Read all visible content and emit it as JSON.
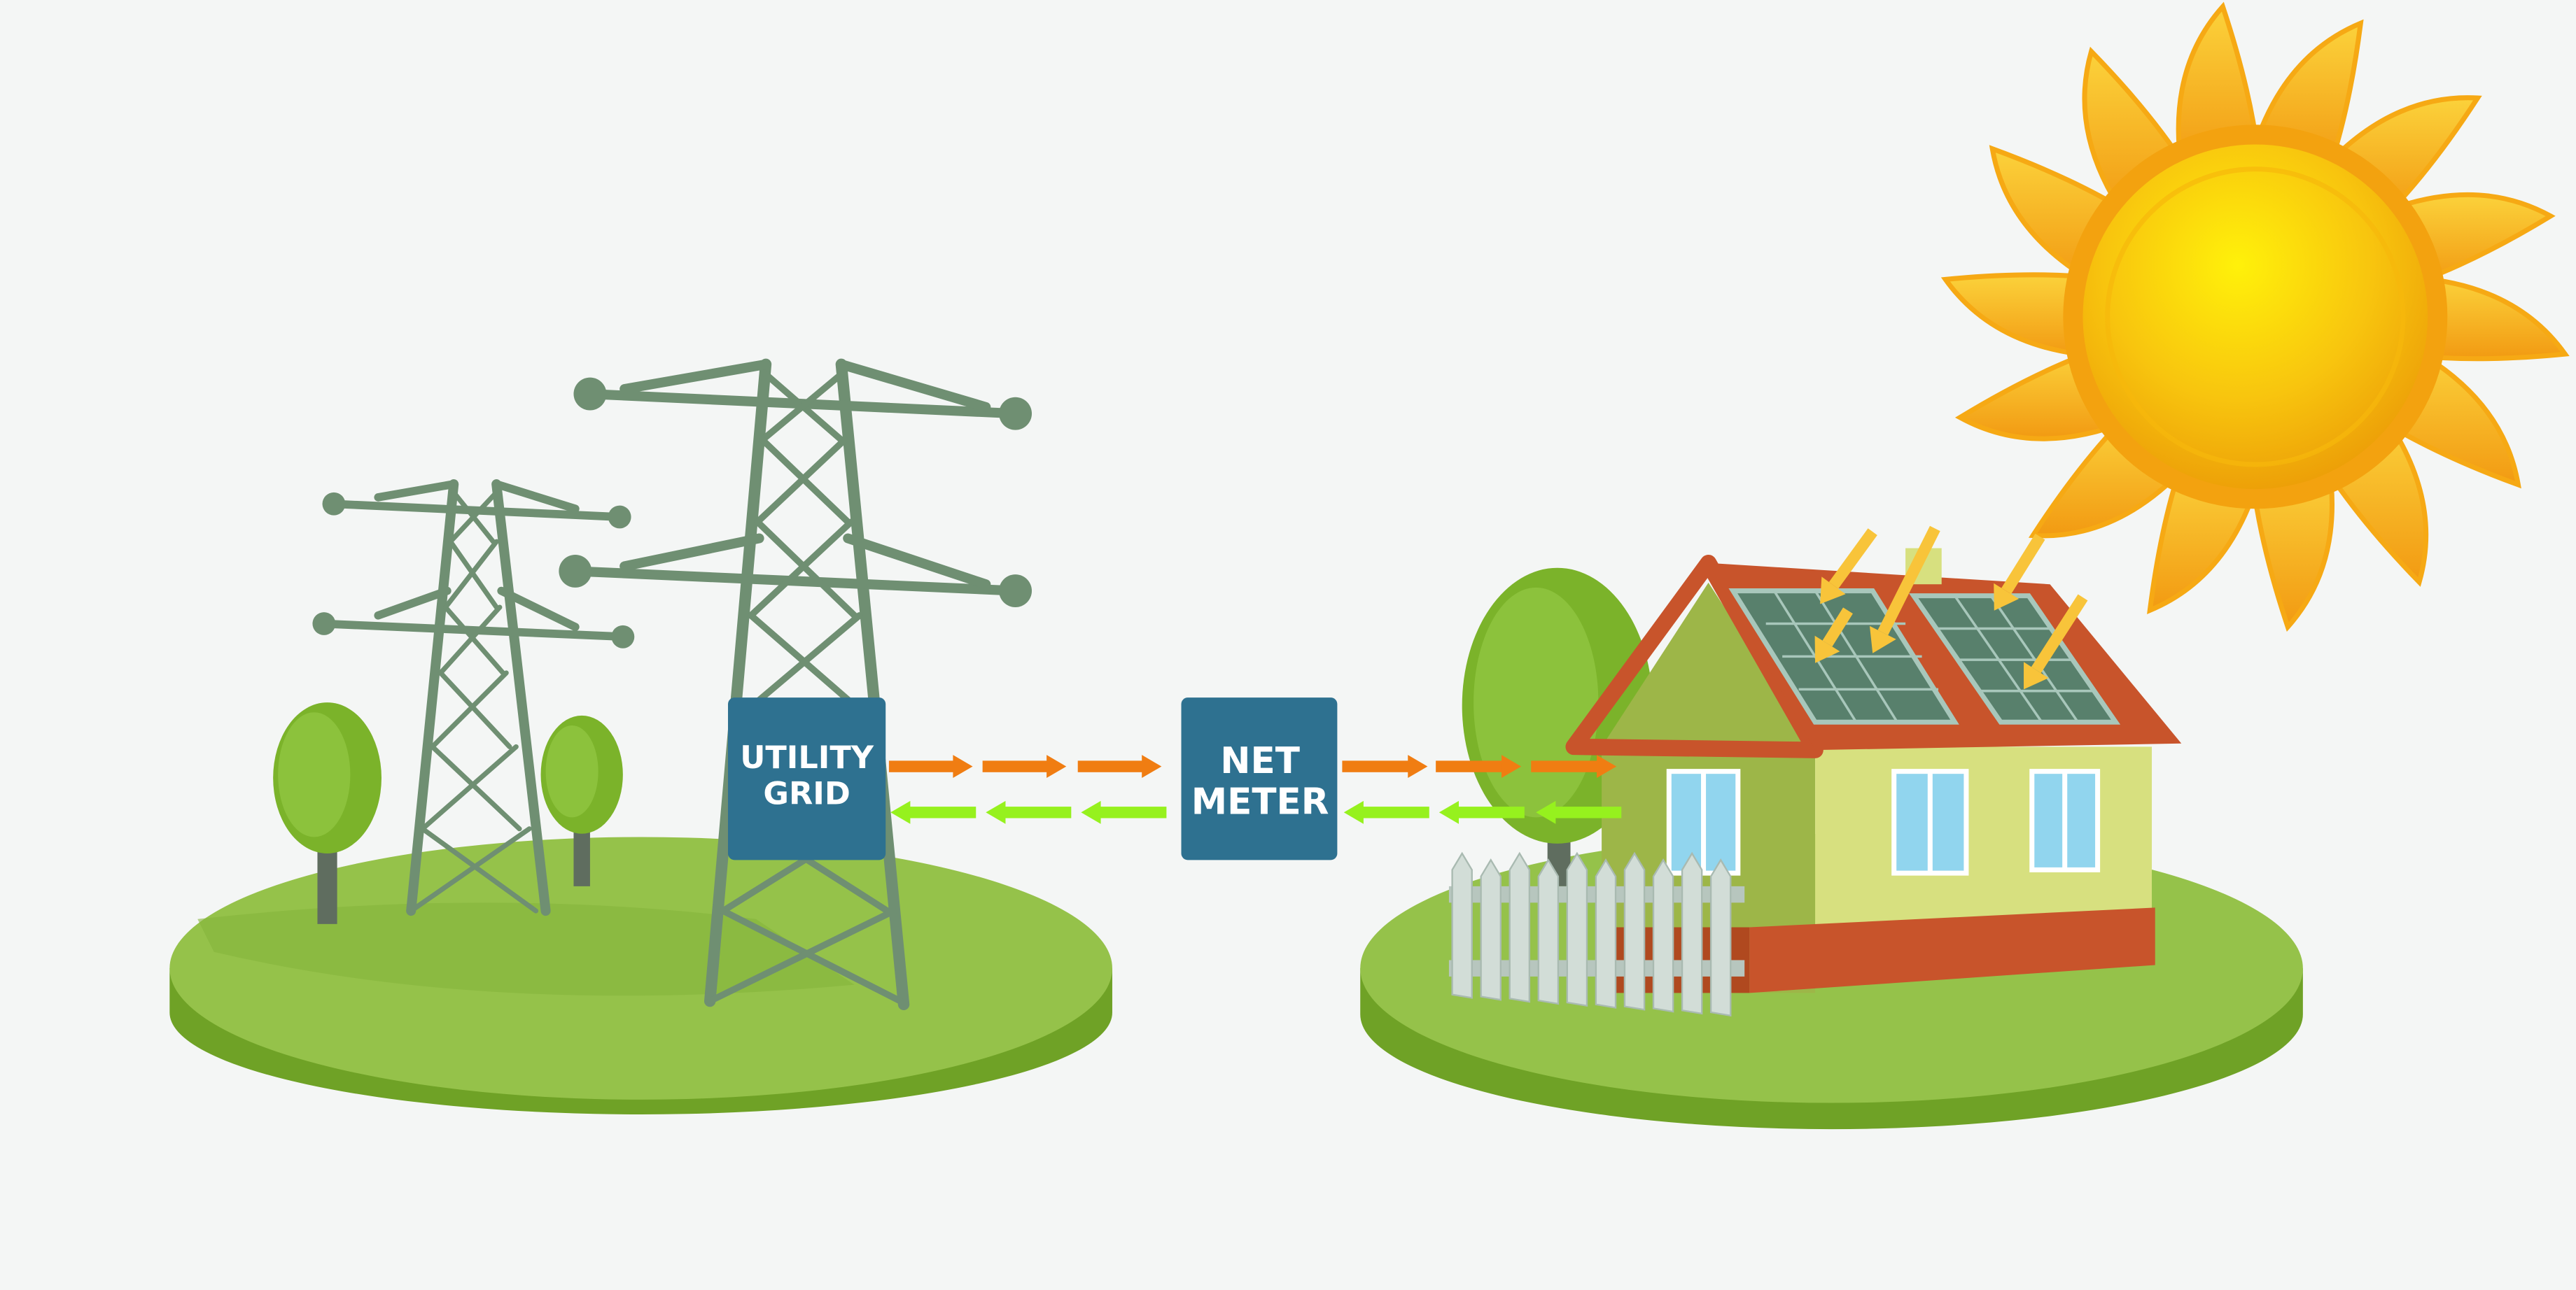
{
  "diagram": {
    "utility_box": {
      "line1": "UTILITY",
      "line2": "GRID"
    },
    "meter_box": {
      "line1": "NET",
      "line2": "METER"
    },
    "colors": {
      "background": "#f4f6f5",
      "box_fill": "#2e7190",
      "box_text": "#ffffff",
      "arrow_out": "#f07d12",
      "arrow_in": "#96f11e",
      "island_top": "#95c24a",
      "island_side": "#6fa226",
      "tower": "#6f8f72",
      "sun_core": "#f7c10a",
      "sun_rays": "#f6a914",
      "sunbeam": "#f8c43a",
      "house_wall": "#d7e07f",
      "house_gable": "#9db648",
      "roof": "#c8542b",
      "panel": "#58806c",
      "window": "#91d5ee",
      "fence": "#d2ddd7",
      "tree": "#7bb32a",
      "trunk": "#5f6d5f"
    },
    "icons": [
      "transmission-tower-icon",
      "sun-icon",
      "house-icon",
      "solar-panel-icon",
      "tree-icon",
      "fence-icon",
      "arrow-icon"
    ],
    "flows": [
      {
        "from": "utility-grid",
        "to": "net-meter",
        "direction": "right",
        "color": "arrow_out"
      },
      {
        "from": "net-meter",
        "to": "house",
        "direction": "right",
        "color": "arrow_out"
      },
      {
        "from": "house",
        "to": "net-meter",
        "direction": "left",
        "color": "arrow_in"
      },
      {
        "from": "net-meter",
        "to": "utility-grid",
        "direction": "left",
        "color": "arrow_in"
      }
    ]
  }
}
